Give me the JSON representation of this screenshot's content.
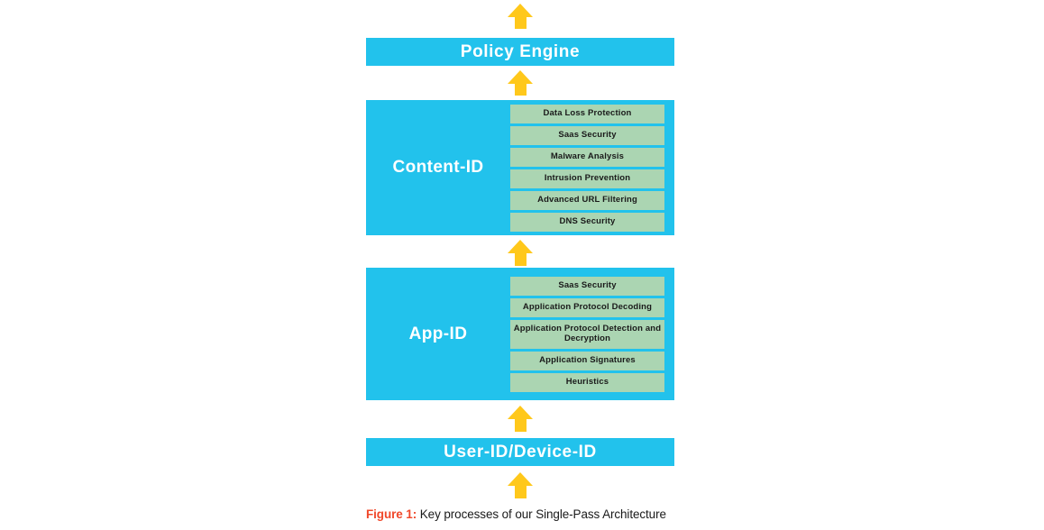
{
  "figure": {
    "caption_label": "Figure 1:",
    "caption_text": " Key processes of our Single-Pass Architecture"
  },
  "colors": {
    "cyan": "#22C2EC",
    "green": "#ABD5B2",
    "arrow_yellow": "#FFC81B",
    "caption_accent": "#F0482A",
    "bar_text": "#FFFFFF",
    "row_text": "#1A1A1A",
    "background": "#FFFFFF"
  },
  "arrows": [
    {
      "name": "arrow-top",
      "direction": "up"
    },
    {
      "name": "arrow-policy",
      "direction": "up"
    },
    {
      "name": "arrow-content",
      "direction": "up"
    },
    {
      "name": "arrow-appid",
      "direction": "up"
    },
    {
      "name": "arrow-bottom",
      "direction": "up"
    }
  ],
  "stack": {
    "policy_engine": {
      "label": "Policy Engine"
    },
    "content_id": {
      "title": "Content-ID",
      "rows": [
        "Data Loss Protection",
        "Saas Security",
        "Malware Analysis",
        "Intrusion Prevention",
        "Advanced URL Filtering",
        "DNS Security"
      ]
    },
    "app_id": {
      "title": "App-ID",
      "rows": [
        "Saas Security",
        "Application Protocol Decoding",
        "Application Protocol Detection and Decryption",
        "Application Signatures",
        "Heuristics"
      ]
    },
    "user_device_id": {
      "label": "User-ID/Device-ID"
    }
  }
}
